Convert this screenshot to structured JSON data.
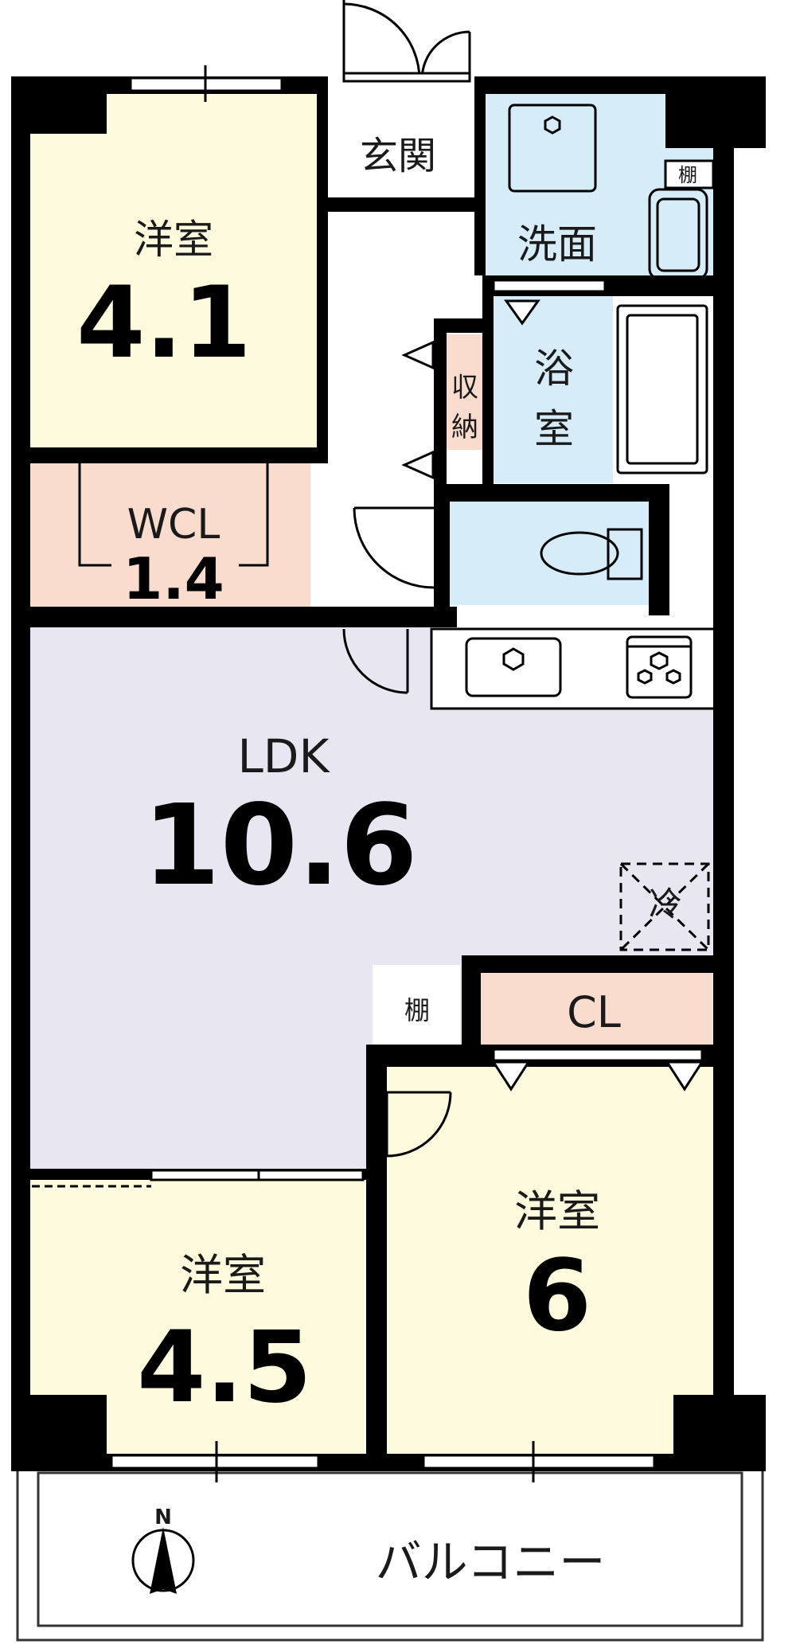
{
  "colors": {
    "wall": "#000000",
    "western_room": "#fdfadd",
    "ldk": "#e8e6f1",
    "closet": "#f9dccd",
    "wet_area": "#d6ecf9",
    "entrance": "#ffffff"
  },
  "rooms": {
    "western_1": {
      "label": "洋室",
      "size": "4.1"
    },
    "wcl": {
      "label": "WCL",
      "size": "1.4"
    },
    "entrance": {
      "label": "玄関"
    },
    "washroom": {
      "label": "洗面",
      "shelf": "棚"
    },
    "bathroom": {
      "label_line1": "浴",
      "label_line2": "室"
    },
    "storage": {
      "label_line1": "収",
      "label_line2": "納"
    },
    "ldk": {
      "label": "LDK",
      "size": "10.6"
    },
    "refrigerator": {
      "label": "冷"
    },
    "shelf": {
      "label": "棚"
    },
    "closet": {
      "label": "CL"
    },
    "western_2": {
      "label": "洋室",
      "size": "6"
    },
    "western_3": {
      "label": "洋室",
      "size": "4.5"
    },
    "balcony": {
      "label": "バルコニー"
    }
  },
  "compass": {
    "label": "N",
    "icon": "north-arrow-icon"
  }
}
